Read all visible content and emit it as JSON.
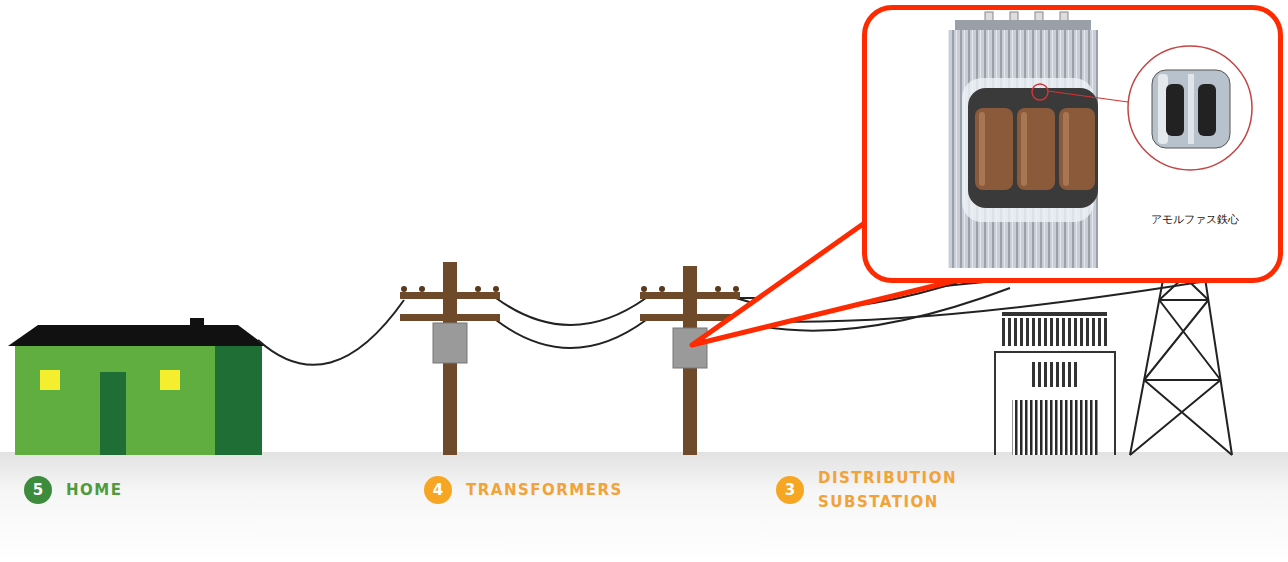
{
  "diagram": {
    "nodes": [
      {
        "text": [
          "アモルファス鉄心"
        ]
      },
      {
        "text": [
          "5",
          "HOME"
        ]
      },
      {
        "text": [
          "4",
          "TRANSFORMERS"
        ]
      },
      {
        "text": [
          "3",
          "DISTRIBUTION SUBSTATION"
        ]
      }
    ]
  }
}
